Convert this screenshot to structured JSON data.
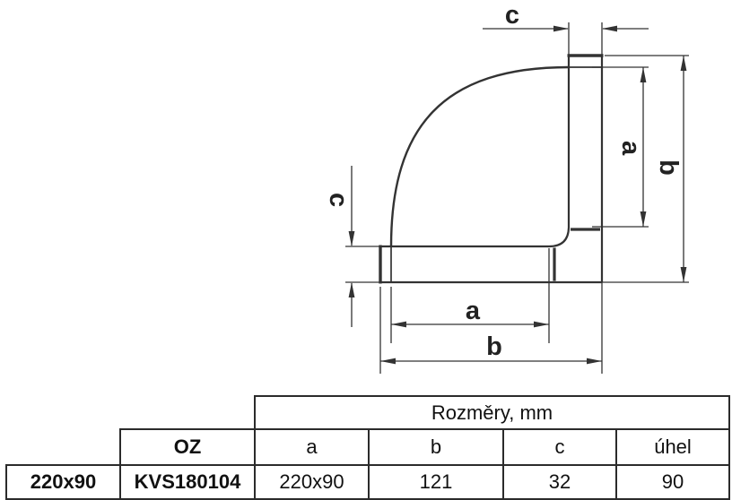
{
  "diagram": {
    "type": "technical-drawing",
    "description": "90-degree flat duct elbow, side view with dimension lines",
    "line_color": "#333333",
    "labels": {
      "c_top": "c",
      "c_left": "c",
      "a_right": "a",
      "b_right": "b",
      "a_bottom": "a",
      "b_bottom": "b"
    }
  },
  "table": {
    "title": "Rozměry, mm",
    "oz_header": "OZ",
    "dim_headers": [
      "a",
      "b",
      "c",
      "úhel"
    ],
    "row": {
      "size": "220x90",
      "code": "KVS180104",
      "a": "220x90",
      "b": "121",
      "c": "32",
      "uhel": "90"
    }
  }
}
